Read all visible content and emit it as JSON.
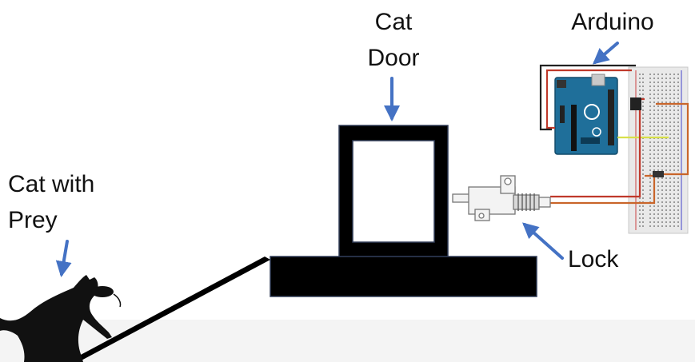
{
  "labels": {
    "cat_door_line1": "Cat",
    "cat_door_line2": "Door",
    "arduino": "Arduino",
    "cat_with_line1": "Cat with",
    "cat_with_line2": "Prey",
    "lock": "Lock"
  },
  "colors": {
    "arrow": "#4472c4",
    "door_frame": "#000000",
    "door_outline": "#2f3a55",
    "arduino_board": "#1f6f9a",
    "breadboard": "#e9e9e9",
    "wire_red": "#c0392b",
    "wire_yellow": "#d8e04a",
    "wire_orange": "#c9652a"
  },
  "icons": {
    "cat": "cat-silhouette-icon",
    "lock": "solenoid-lock-icon",
    "arduino": "arduino-board-icon",
    "breadboard": "breadboard-icon"
  }
}
